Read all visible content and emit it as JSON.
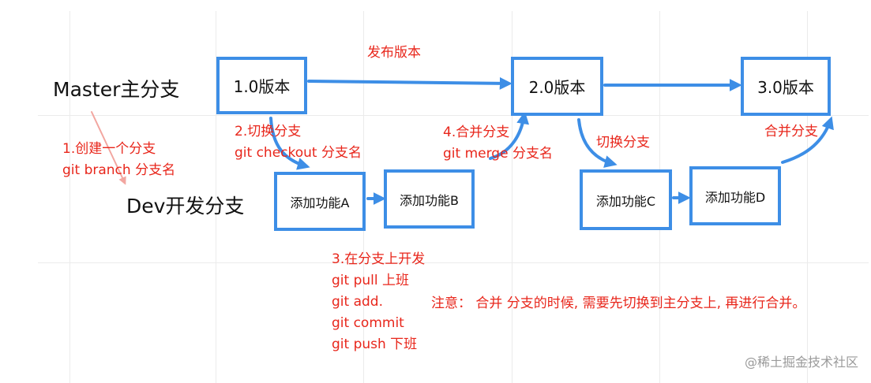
{
  "lanes": {
    "master": "Master主分支",
    "dev": "Dev开发分支"
  },
  "master_boxes": [
    "1.0版本",
    "2.0版本",
    "3.0版本"
  ],
  "dev_boxes": [
    "添加功能A",
    "添加功能B",
    "添加功能C",
    "添加功能D"
  ],
  "notes": {
    "publish": "发布版本",
    "create_branch": [
      "1.创建一个分支",
      "git branch 分支名"
    ],
    "switch_branch": [
      "2.切换分支",
      "git checkout 分支名"
    ],
    "develop": [
      "3.在分支上开发",
      "git pull 上班",
      "git add.",
      "git commit",
      "git push 下班"
    ],
    "merge_branch": [
      "4.合并分支",
      "git merge 分支名"
    ],
    "switch_branch_2": "切换分支",
    "merge_branch_2": "合并分支",
    "caution": "注意： 合并  分支的时候, 需要先切换到主分支上, 再进行合并。"
  },
  "watermark": "@稀土掘金技术社区",
  "colors": {
    "box_border": "#3d8ee6",
    "arrow": "#3d8ee6",
    "annotation": "#e8261b",
    "faint_arrow": "#f2a6a0",
    "grid": "#ebebeb"
  }
}
